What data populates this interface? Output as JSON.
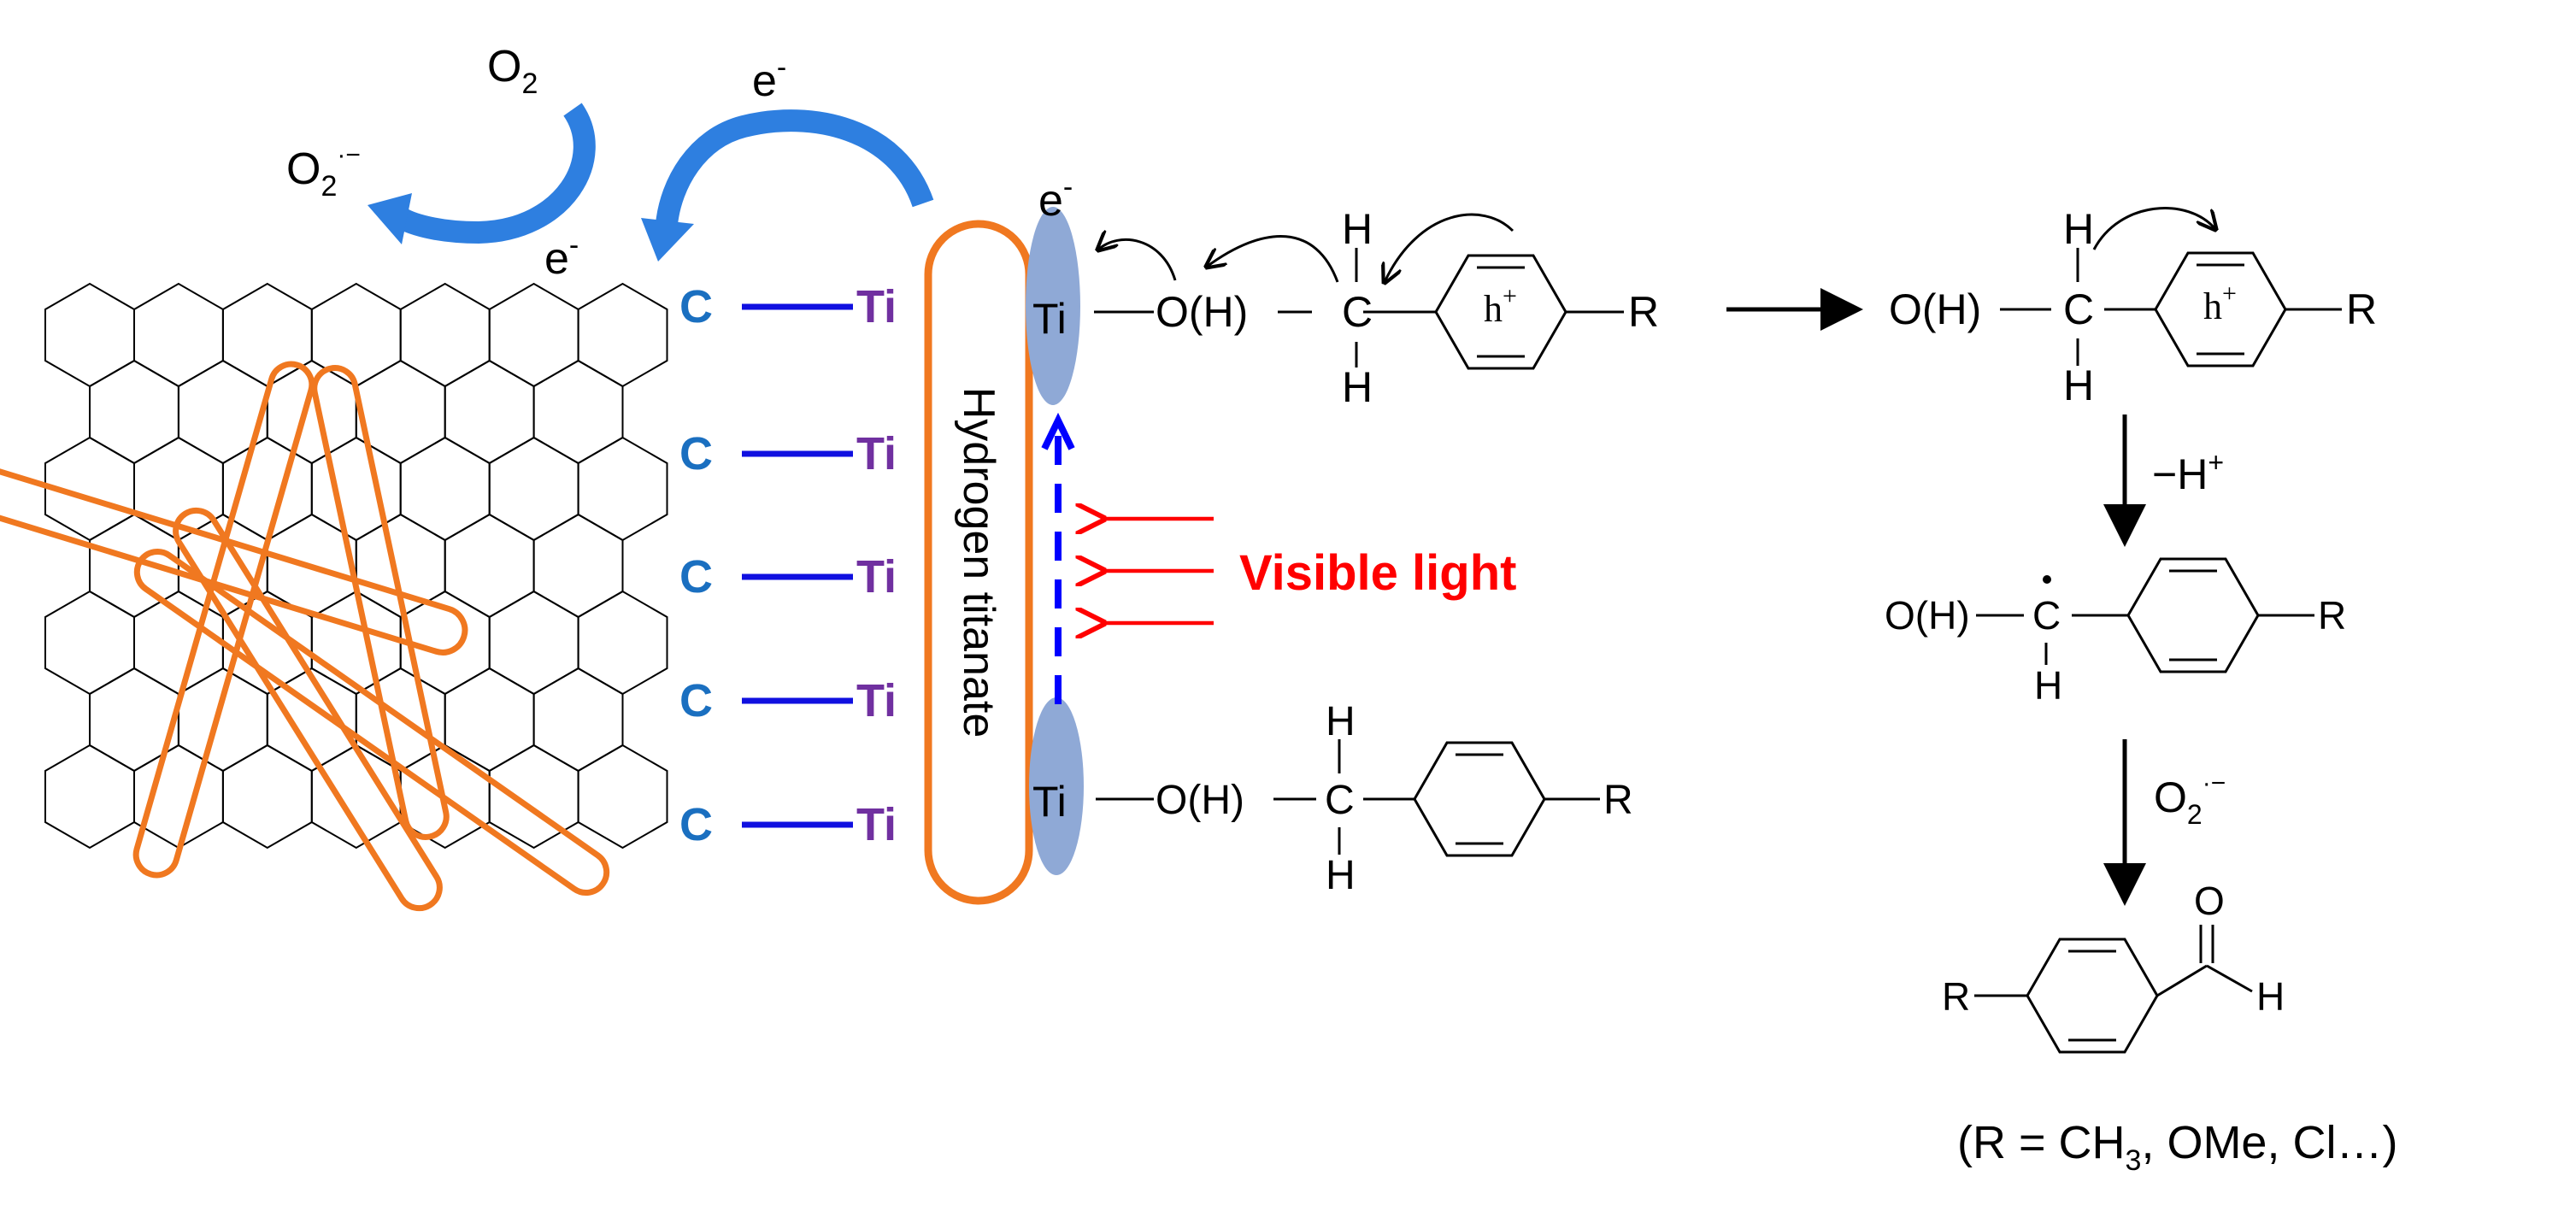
{
  "colors": {
    "graphene_line": "#000000",
    "nanotube": "#f07820",
    "carbon_label": "#1a6fc0",
    "ti_label": "#7030a0",
    "bond_line": "#1010e0",
    "blue_arrow": "#2e7fe0",
    "ti_spot": "#8fa9d6",
    "light_arrow": "#ff0000",
    "light_text": "#ff0000",
    "dashed_arrow": "#0000ff",
    "text": "#000000"
  },
  "labels": {
    "o2": "O",
    "o2_sub": "2",
    "superoxide": "O",
    "superoxide_sub": "2",
    "superoxide_sup": "·−",
    "electron": "e",
    "electron_sup": "-",
    "carbon": "C",
    "titanium": "Ti",
    "titanate": "Hydrogen  titanate",
    "visible_light": "Visible light",
    "hole": "h",
    "hole_sup": "+",
    "hydroxyl": "O(H)",
    "c_atom": "C",
    "h_atom": "H",
    "r_group": "R",
    "o_atom": "O",
    "deprotonation": "−H",
    "deprotonation_sup": "+",
    "oxidant": "O",
    "oxidant_sub": "2",
    "oxidant_sup": "·−",
    "footnote_prefix": "(R = CH",
    "footnote_sub": "3",
    "footnote_suffix": ", OMe, Cl…)"
  },
  "icons": {
    "graphene": "hexagonal-lattice",
    "nanotubes": "orange-cylinders",
    "electron_transfer": "curved-blue-arrow",
    "light": "red-arrows"
  }
}
